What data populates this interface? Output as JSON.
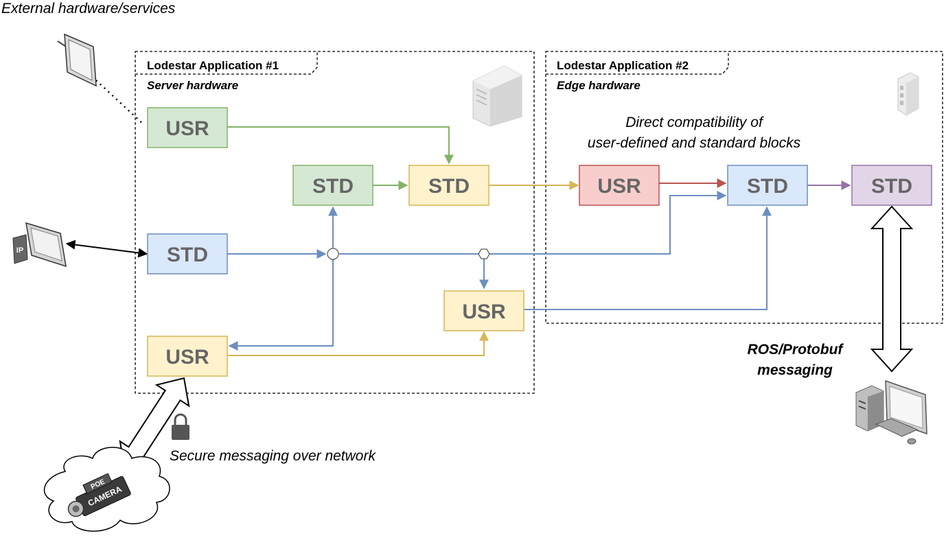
{
  "colors": {
    "green_fill": "#d5e8d4",
    "green_stroke": "#82b366",
    "yellow_fill": "#fff2cc",
    "yellow_stroke": "#d6b656",
    "blue_fill": "#dae8fc",
    "blue_stroke": "#6c8ebf",
    "red_fill": "#f8cecc",
    "red_stroke": "#b85450",
    "purple_fill": "#e1d5e7",
    "purple_stroke": "#9673a6",
    "label_text": "#666666"
  },
  "labels": {
    "external": "External hardware/services",
    "app1_title": "Lodestar Application #1",
    "app1_sub": "Server hardware",
    "app2_title": "Lodestar Application #2",
    "app2_sub": "Edge hardware",
    "compat_line1": "Direct compatibility of",
    "compat_line2": "user-defined and standard blocks",
    "ros_line1": "ROS/Protobuf",
    "ros_line2": "messaging",
    "secure": "Secure messaging over network",
    "ip": "IP",
    "poe": "POE",
    "camera": "CAMERA"
  },
  "blocks": {
    "usr_green": "USR",
    "std_green": "STD",
    "std_yellow_top": "STD",
    "std_blue_left": "STD",
    "usr_yellow_mid": "USR",
    "usr_yellow_bottom": "USR",
    "usr_red": "USR",
    "std_blue_right": "STD",
    "std_purple": "STD"
  },
  "icons": [
    "tablet-icon",
    "server-tower-icon",
    "edge-device-icon",
    "ip-display-icon",
    "lock-icon",
    "cloud-icon",
    "poe-camera-icon",
    "desktop-computer-icon"
  ]
}
